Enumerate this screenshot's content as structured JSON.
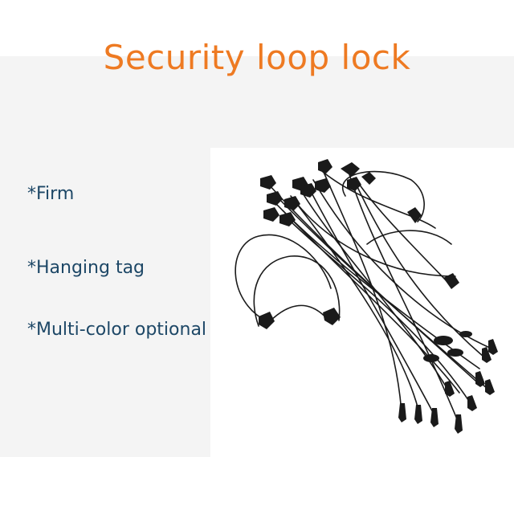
{
  "title": "Security loop lock",
  "features": [
    "*Firm",
    "*Hanging tag",
    "*Multi-color optional"
  ],
  "colors": {
    "title": "#ee7a22",
    "feature_text": "#1d4766",
    "band": "#f4f4f4",
    "product": "#1a1a1a"
  },
  "product_image": {
    "icon": "security-loop-lock-photo"
  }
}
